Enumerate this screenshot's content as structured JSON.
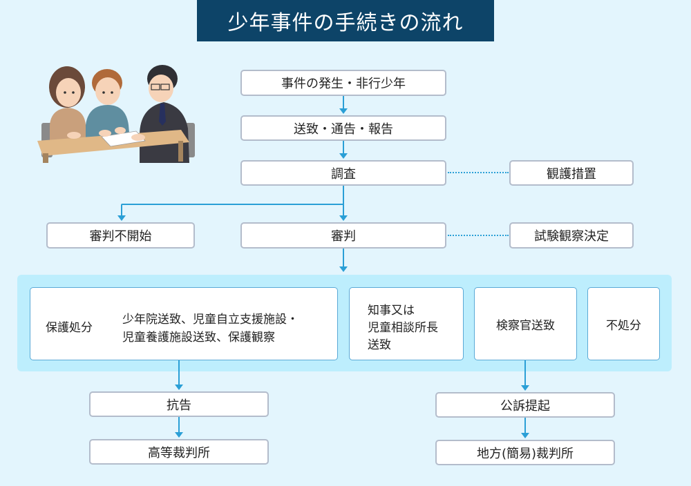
{
  "title": "少年事件の手続きの流れ",
  "illustration": {
    "description": "family-consulting-lawyer-illustration"
  },
  "flow": {
    "occurrence": "事件の発生・非行少年",
    "referral": "送致・通告・報告",
    "investigation": "調査",
    "protective_measures": "観護措置",
    "no_hearing": "審判不開始",
    "hearing": "審判",
    "probation_decision": "試験観察決定"
  },
  "outcomes": {
    "protective_disposition": {
      "label": "保護処分",
      "detail_line1": "少年院送致、児童自立支援施設・",
      "detail_line2": "児童養護施設送致、保護観察"
    },
    "governor_referral": {
      "line1": "知事又は",
      "line2": "児童相談所長",
      "line3": "送致"
    },
    "prosecutor_referral": "検察官送致",
    "no_disposition": "不処分"
  },
  "appeal_path": {
    "appeal": "抗告",
    "high_court": "高等裁判所"
  },
  "prosecution_path": {
    "indictment": "公訴提起",
    "district_court": "地方(簡易)裁判所"
  },
  "colors": {
    "title_bg": "#0d4468",
    "background": "#e3f5fd",
    "panel": "#bdeefd",
    "arrow": "#2a9fd6"
  }
}
